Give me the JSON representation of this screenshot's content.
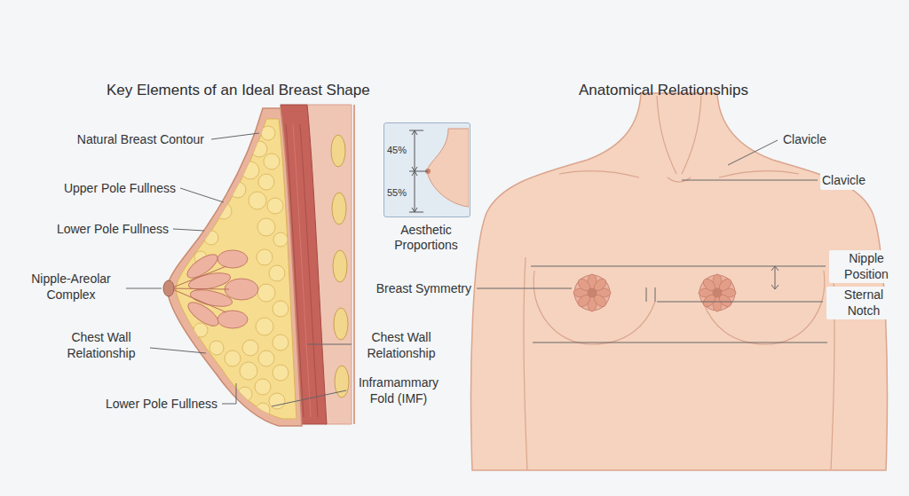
{
  "diagram": {
    "nodes": [
      {
        "text": [
          "45%",
          "55%",
          "Aesthetic Proportions"
        ]
      }
    ],
    "labels": [
      "Key Elements of an Ideal Breast Shape",
      "Anatomical Relationships",
      "Natural Breast Contour",
      "Upper Pole Fullness",
      "Lower Pole Fullness",
      "Nipple-Areolar Complex",
      "Chest Wall Relationship",
      "Lower Pole Fullness",
      "Chest Wall Relationship",
      "Inframammary Fold (IMF)",
      "Clavicle",
      "Clavicle",
      "Nipple Position",
      "Breast Symmetry",
      "Sternal Notch"
    ]
  }
}
